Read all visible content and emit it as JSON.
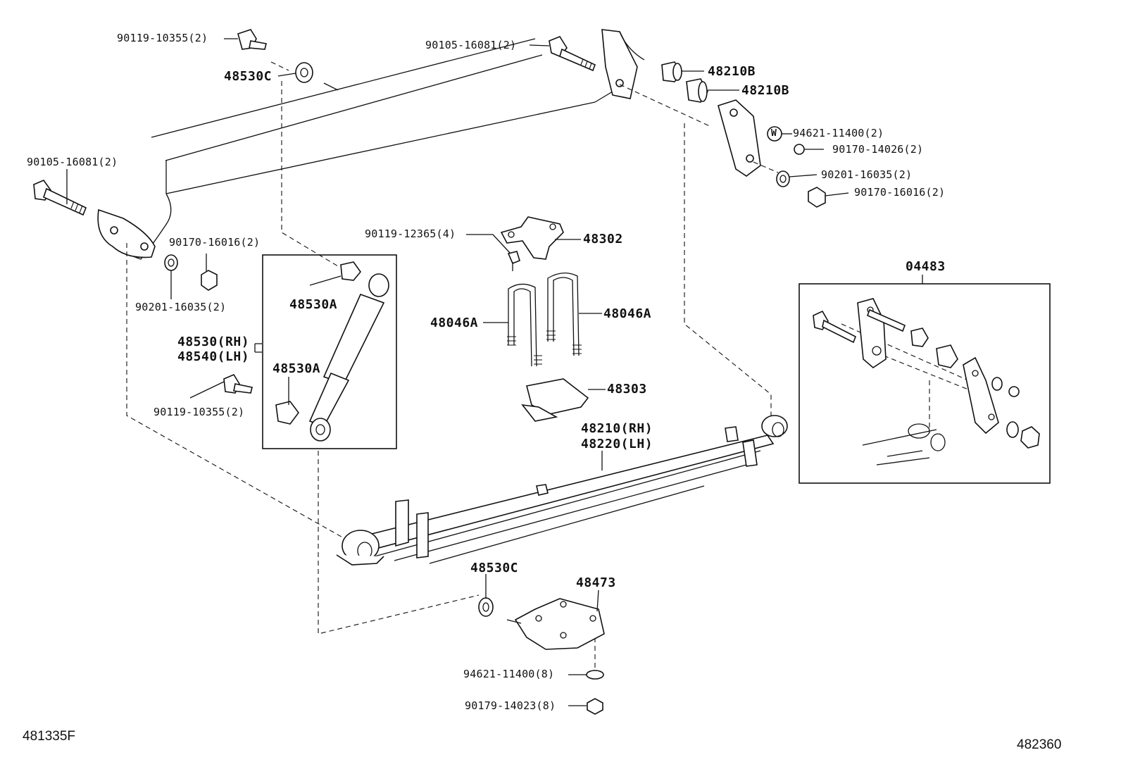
{
  "callouts": {
    "bolt_90119_10355_top": "90119-10355(2)",
    "washer_48530C_top": "48530C",
    "bolt_90105_16081_center": "90105-16081(2)",
    "bushing_48210B_upper": "48210B",
    "bushing_48210B_lower": "48210B",
    "washer_94621_11400_top": "94621-11400(2)",
    "nut_90170_14026": "90170-14026(2)",
    "washer_90201_16035_right": "90201-16035(2)",
    "nut_90170_16016_right": "90170-16016(2)",
    "bolt_90105_16081_left": "90105-16081(2)",
    "nut_90170_16016_left": "90170-16016(2)",
    "washer_90201_16035_left": "90201-16035(2)",
    "bolt_90119_12365": "90119-12365(4)",
    "bracket_48302": "48302",
    "kit_04483": "04483",
    "bushing_48530A_upper": "48530A",
    "ubolt_48046A_right": "48046A",
    "ubolt_48046A_left": "48046A",
    "shock_48530_rh": "48530(RH)",
    "shock_48540_lh": "48540(LH)",
    "bushing_48530A_lower": "48530A",
    "bolt_90119_10355_lower": "90119-10355(2)",
    "seat_48303": "48303",
    "spring_48210_rh": "48210(RH)",
    "spring_48220_lh": "48220(LH)",
    "washer_48530C_bottom": "48530C",
    "plate_48473": "48473",
    "washer_94621_11400_bottom": "94621-11400(8)",
    "nut_90179_14023": "90179-14023(8)",
    "washer_symbol": "W"
  },
  "footer": {
    "left_code": "481335F",
    "right_code": "482360"
  }
}
